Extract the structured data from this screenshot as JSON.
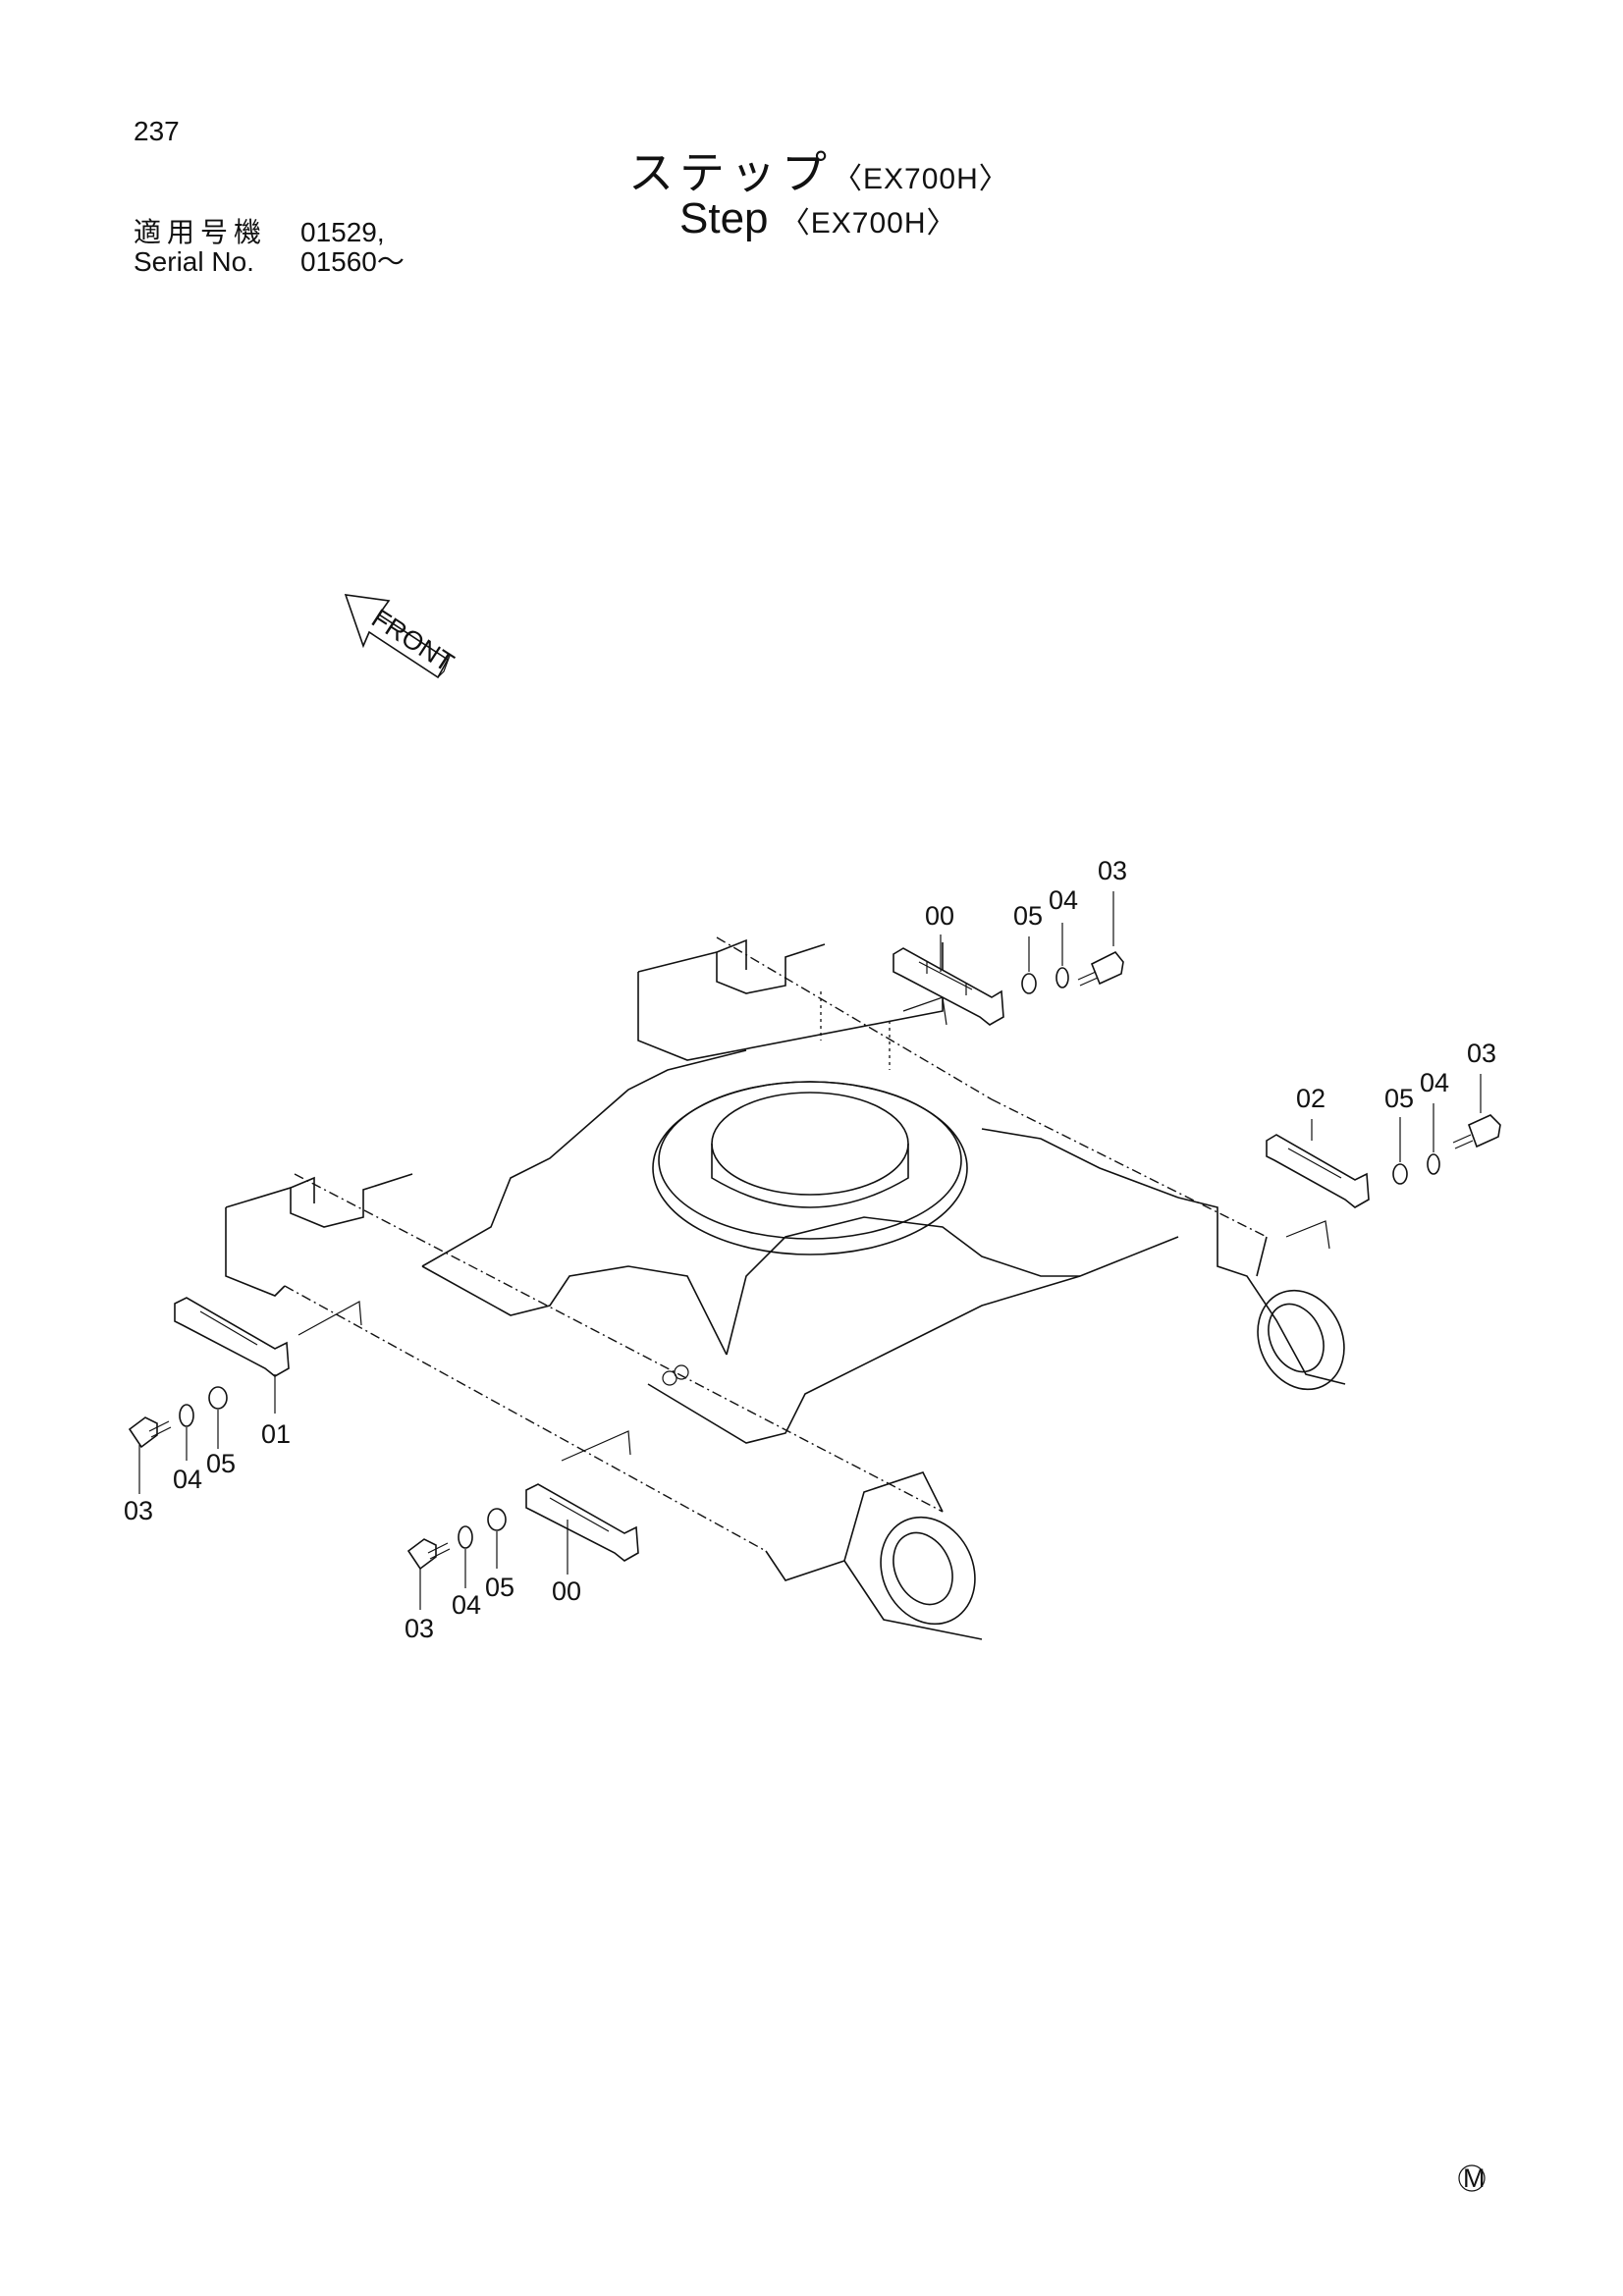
{
  "page": {
    "number": "237",
    "title_ja": "ステップ",
    "title_en": "Step",
    "model": "〈EX700H〉"
  },
  "serial": {
    "label_ja": "適用号機",
    "label_en": "Serial No.",
    "value_1": "01529,",
    "value_2": "01560～"
  },
  "front_label": "FRONT",
  "callouts": {
    "top_right": {
      "step": "00",
      "washer": "05",
      "lock_washer": "04",
      "bolt": "03"
    },
    "right": {
      "step": "02",
      "washer": "05",
      "lock_washer": "04",
      "bolt": "03"
    },
    "left": {
      "step": "01",
      "washer": "05",
      "lock_washer": "04",
      "bolt": "03"
    },
    "bottom": {
      "step": "00",
      "washer": "05",
      "lock_washer": "04",
      "bolt": "03"
    }
  },
  "mark": "M"
}
